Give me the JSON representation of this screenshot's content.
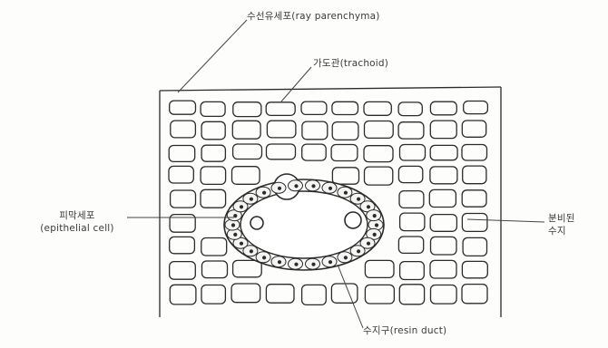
{
  "labels": {
    "ray_parenchyma": "수선유세포(ray parenchyma)",
    "tracheid": "가도관(trachoid)",
    "epithelial_line1": "피막세포",
    "epithelial_line2": "(epithelial cell)",
    "exuded_line1": "분비된",
    "exuded_line2": "수지",
    "resin_duct": "수지구(resin duct)"
  },
  "colors": {
    "ink": "#2b2b2b",
    "background": "#fdfdfc",
    "label": "#3a3a3a"
  }
}
